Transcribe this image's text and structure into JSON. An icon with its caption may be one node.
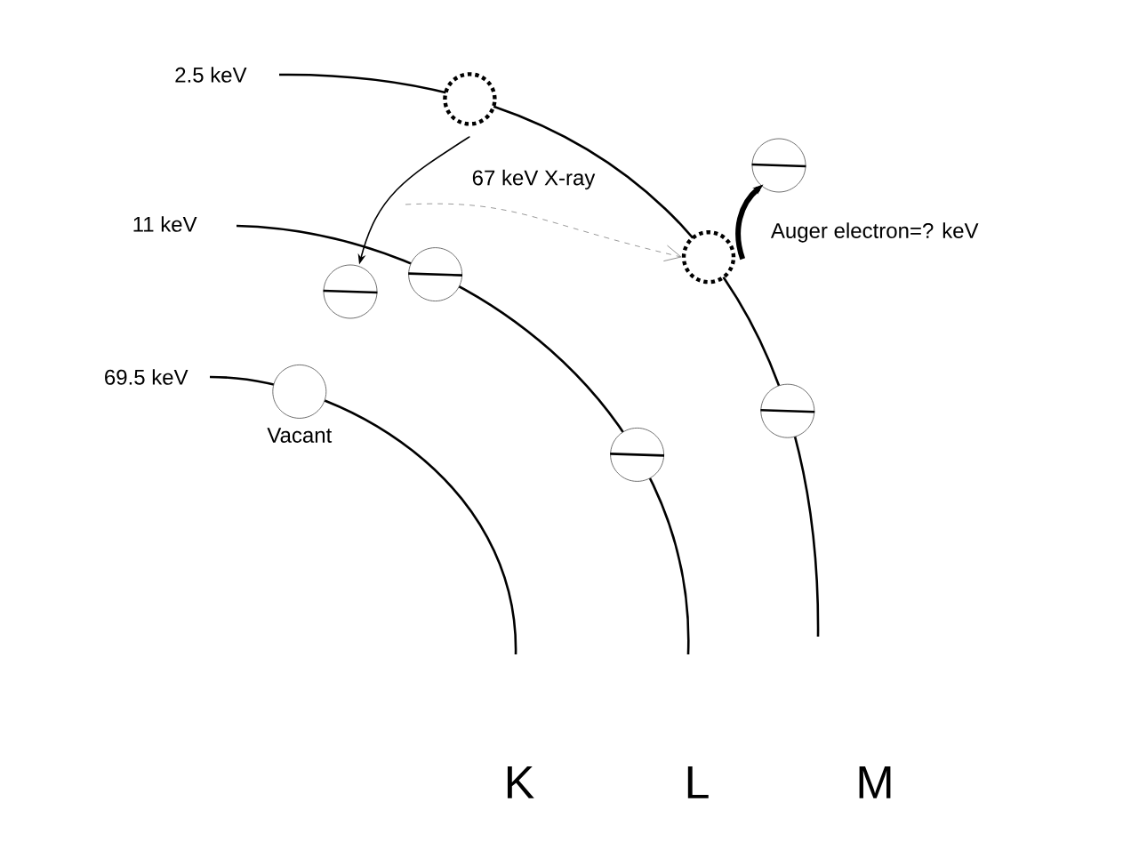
{
  "diagram": {
    "nodes": [
      {
        "text": [],
        "shape": "circle"
      },
      {
        "text": [],
        "shape": "circle"
      },
      {
        "text": [],
        "shape": "circle"
      },
      {
        "text": [],
        "shape": "circle",
        "beside": [
          "Auger electron=? keV"
        ]
      },
      {
        "text": [],
        "shape": "circle"
      },
      {
        "text": [],
        "shape": "circle"
      },
      {
        "text": [],
        "shape": "circle"
      },
      {
        "text": [],
        "shape": "circle",
        "beside": [
          "Vacant"
        ]
      }
    ],
    "edges": [
      {
        "from": 0,
        "to": 1,
        "arrow": "to"
      },
      {
        "from": null,
        "to": 2,
        "arrow": "to",
        "label": "67 keV X-ray",
        "style": "dashed",
        "color": "#808080"
      },
      {
        "from": 2,
        "to": 3,
        "arrow": "to",
        "style": "thick"
      }
    ],
    "labels": [
      "2.5 keV",
      "11 keV",
      "69.5 keV",
      "K",
      "L",
      "M"
    ]
  }
}
